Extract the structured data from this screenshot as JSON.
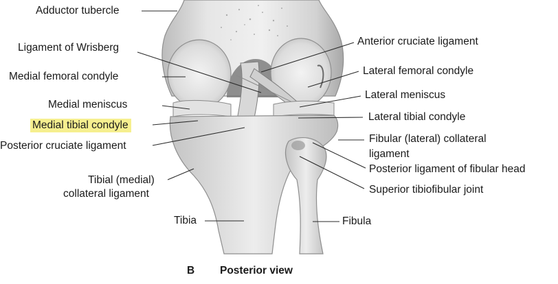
{
  "figure": {
    "panel_letter": "B",
    "caption": "Posterior view",
    "highlight_color": "#f6ef8f"
  },
  "labels": {
    "adductor_tubercle": "Adductor tubercle",
    "ligament_of_wrisberg": "Ligament of Wrisberg",
    "medial_femoral_condyle": "Medial femoral condyle",
    "medial_meniscus": "Medial meniscus",
    "medial_tibial_condyle": "Medial tibial condyle",
    "posterior_cruciate_ligament": "Posterior cruciate ligament",
    "tibial_collateral_line1": "Tibial (medial)",
    "tibial_collateral_line2": "collateral ligament",
    "tibia": "Tibia",
    "anterior_cruciate_ligament": "Anterior cruciate ligament",
    "lateral_femoral_condyle": "Lateral femoral condyle",
    "lateral_meniscus": "Lateral meniscus",
    "lateral_tibial_condyle": "Lateral tibial condyle",
    "fibular_collateral_line1": "Fibular (lateral) collateral",
    "fibular_collateral_line2": "ligament",
    "posterior_ligament_fibular_head": "Posterior ligament of fibular head",
    "superior_tibiofibular_joint": "Superior tibiofibular joint",
    "fibula": "Fibula"
  }
}
